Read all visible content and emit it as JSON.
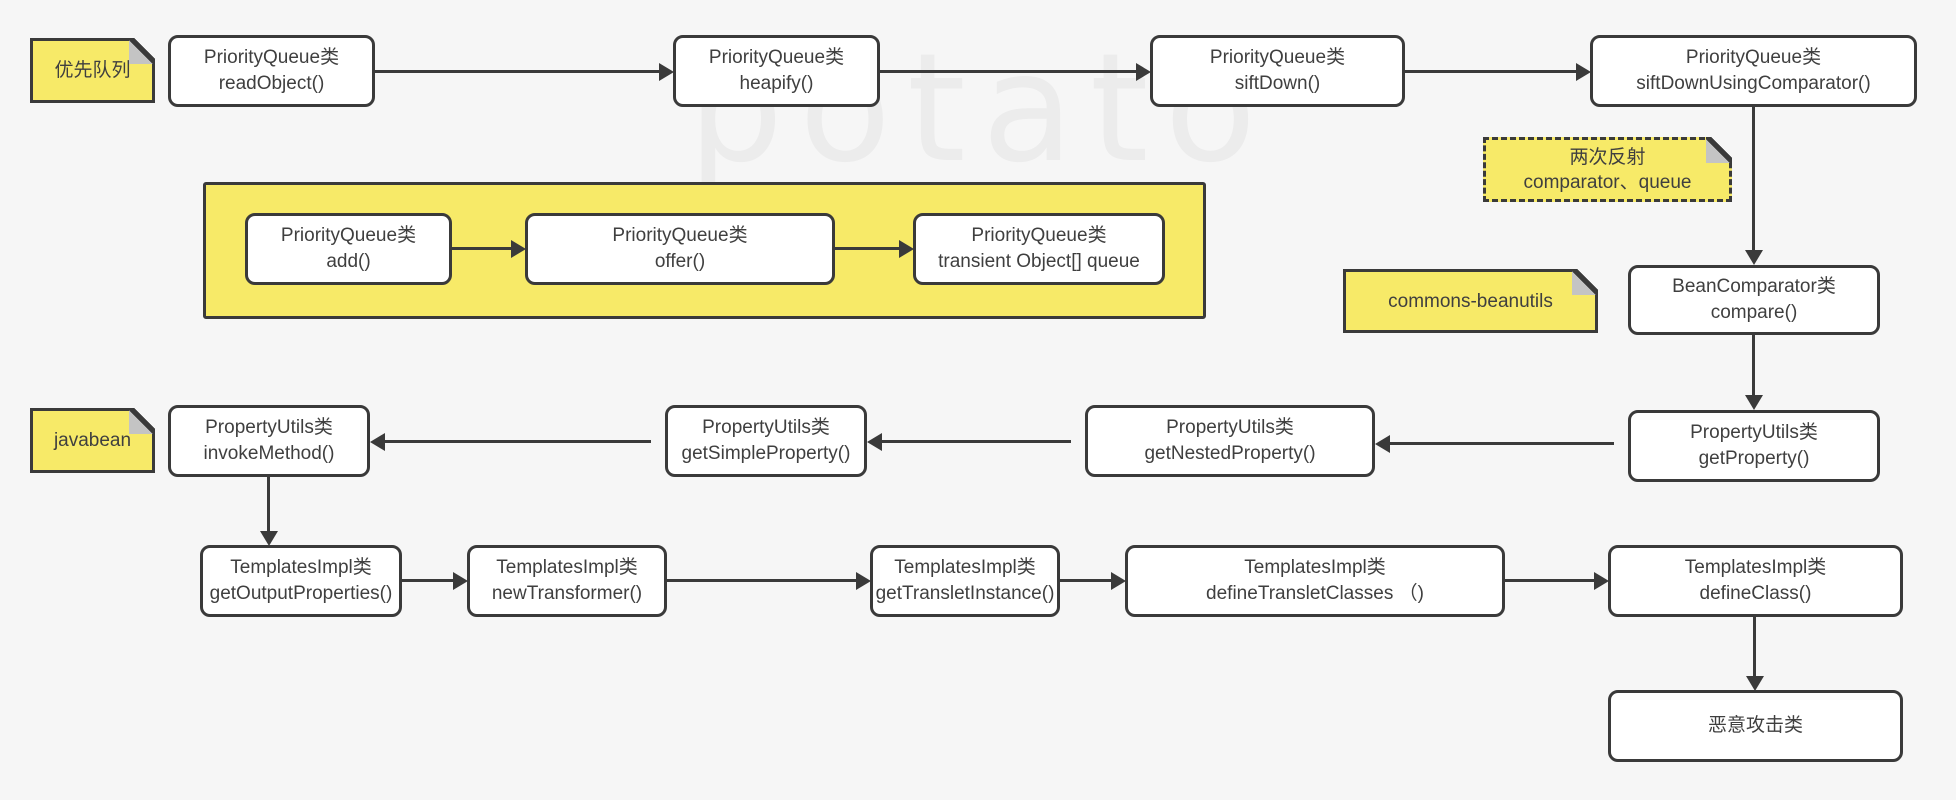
{
  "watermark": {
    "text": "potato"
  },
  "colors": {
    "background": "#f6f6f6",
    "note_fill": "#f7ea68",
    "node_fill": "#ffffff",
    "line": "#3a3a3a",
    "fold": "#c4c4c4",
    "text": "#3f3f3f",
    "watermark": "#ececec"
  },
  "notes": {
    "priority_queue": {
      "text": "优先队列"
    },
    "double_reflection": {
      "line1": "两次反射",
      "line2": "comparator、queue"
    },
    "commons_beanutils": {
      "text": "commons-beanutils"
    },
    "javabean": {
      "text": "javabean"
    }
  },
  "nodes": {
    "read_object": {
      "line1": "PriorityQueue类",
      "line2": "readObject()"
    },
    "heapify": {
      "line1": "PriorityQueue类",
      "line2": "heapify()"
    },
    "sift_down": {
      "line1": "PriorityQueue类",
      "line2": "siftDown()"
    },
    "sift_down_using_comparator": {
      "line1": "PriorityQueue类",
      "line2": "siftDownUsingComparator()"
    },
    "add": {
      "line1": "PriorityQueue类",
      "line2": "add()"
    },
    "offer": {
      "line1": "PriorityQueue类",
      "line2": "offer()"
    },
    "queue_field": {
      "line1": "PriorityQueue类",
      "line2": "transient Object[] queue"
    },
    "bean_comparator": {
      "line1": "BeanComparator类",
      "line2": "compare()"
    },
    "get_property": {
      "line1": "PropertyUtils类",
      "line2": "getProperty()"
    },
    "get_nested_property": {
      "line1": "PropertyUtils类",
      "line2": "getNestedProperty()"
    },
    "get_simple_property": {
      "line1": "PropertyUtils类",
      "line2": "getSimpleProperty()"
    },
    "invoke_method": {
      "line1": "PropertyUtils类",
      "line2": "invokeMethod()"
    },
    "get_output_properties": {
      "line1": "TemplatesImpl类",
      "line2": "getOutputProperties()"
    },
    "new_transformer": {
      "line1": "TemplatesImpl类",
      "line2": "newTransformer()"
    },
    "get_translet_instance": {
      "line1": "TemplatesImpl类",
      "line2": "getTransletInstance()"
    },
    "define_translet_classes": {
      "line1": "TemplatesImpl类",
      "line2": "defineTransletClasses （)"
    },
    "define_class": {
      "line1": "TemplatesImpl类",
      "line2": "defineClass()"
    },
    "malicious_class": {
      "line1": "恶意攻击类"
    }
  }
}
